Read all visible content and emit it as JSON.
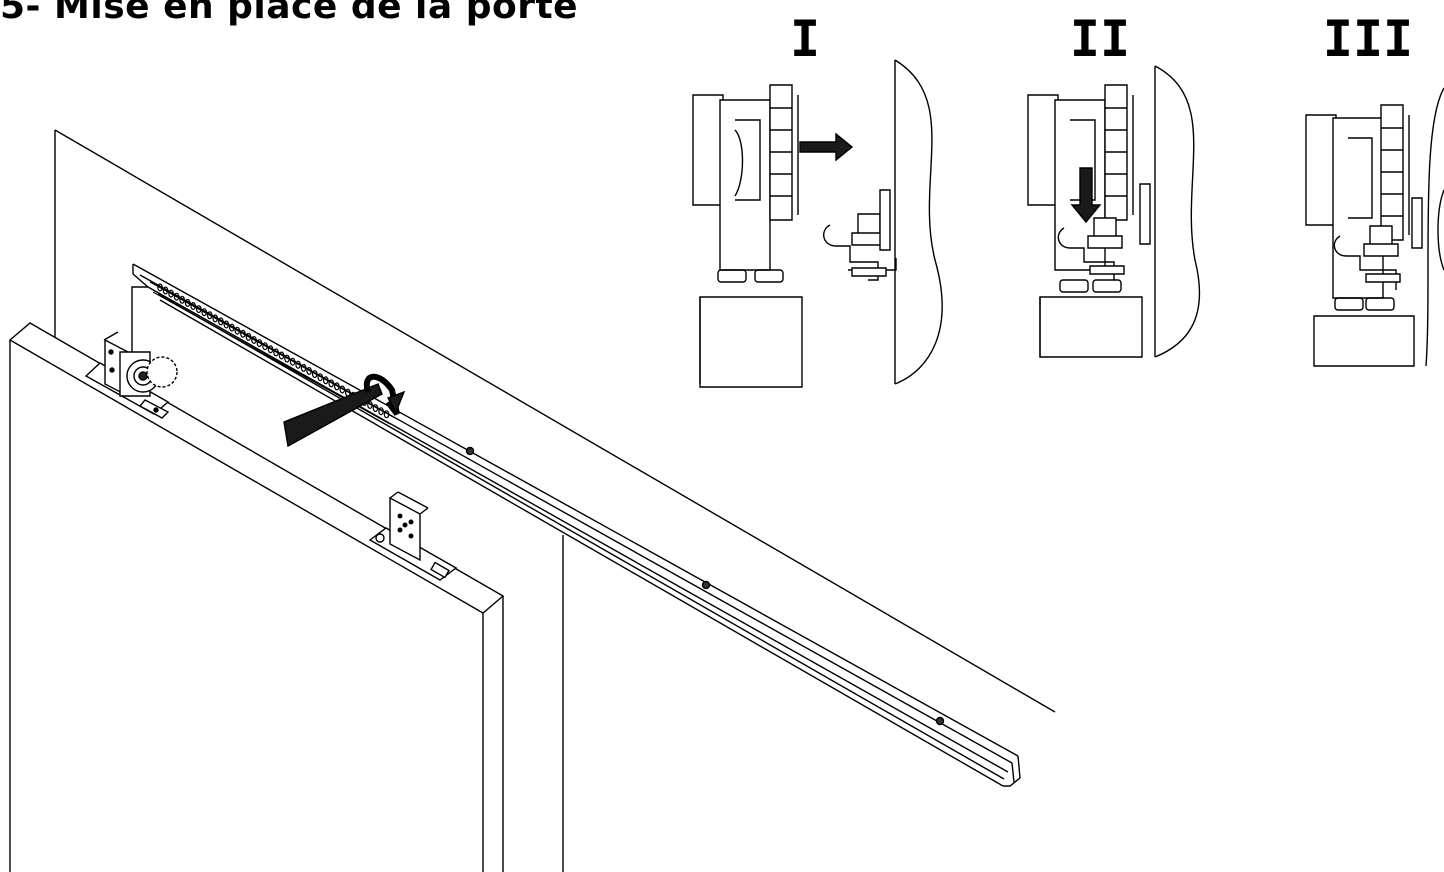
{
  "title": "5- Mise en place de la porte",
  "steps": [
    {
      "label": "I",
      "arrow": "right"
    },
    {
      "label": "II",
      "arrow": "down"
    },
    {
      "label": "III",
      "arrow": "none"
    }
  ],
  "colors": {
    "line": "#000000",
    "background": "#ffffff",
    "arrow_fill": "#1a1a1a"
  }
}
